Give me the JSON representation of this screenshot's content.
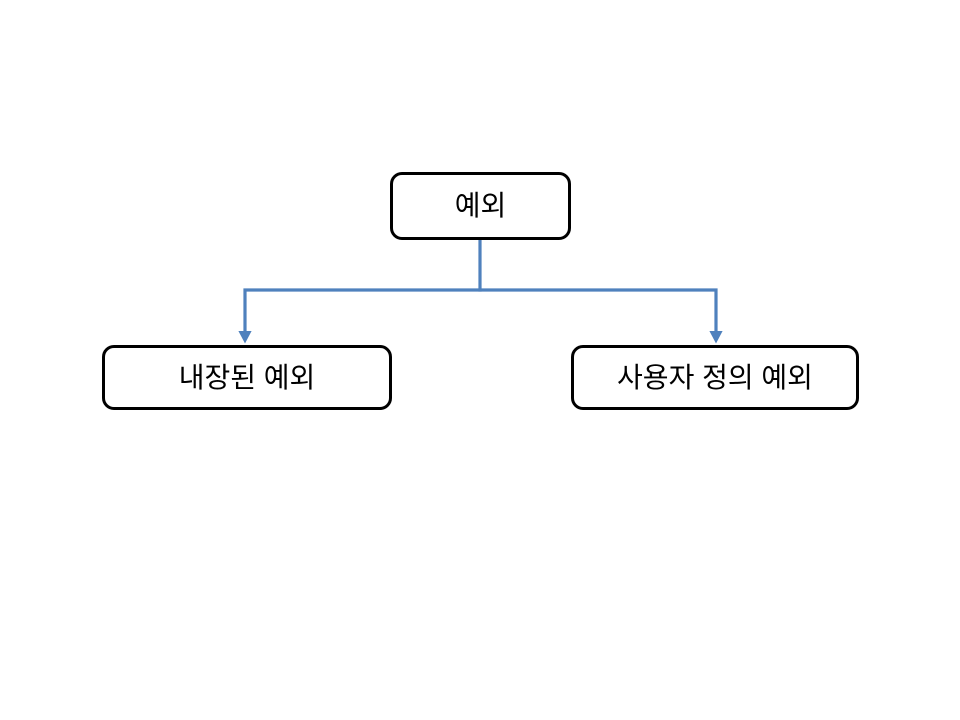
{
  "diagram": {
    "root_node": {
      "label": "예외"
    },
    "child_nodes": [
      {
        "label": "내장된 예외"
      },
      {
        "label": "사용자 정의 예외"
      }
    ],
    "colors": {
      "connector": "#4f81bd",
      "node_border": "#000000",
      "node_fill": "#ffffff",
      "text": "#000000",
      "canvas_background": "#ffffff"
    }
  }
}
